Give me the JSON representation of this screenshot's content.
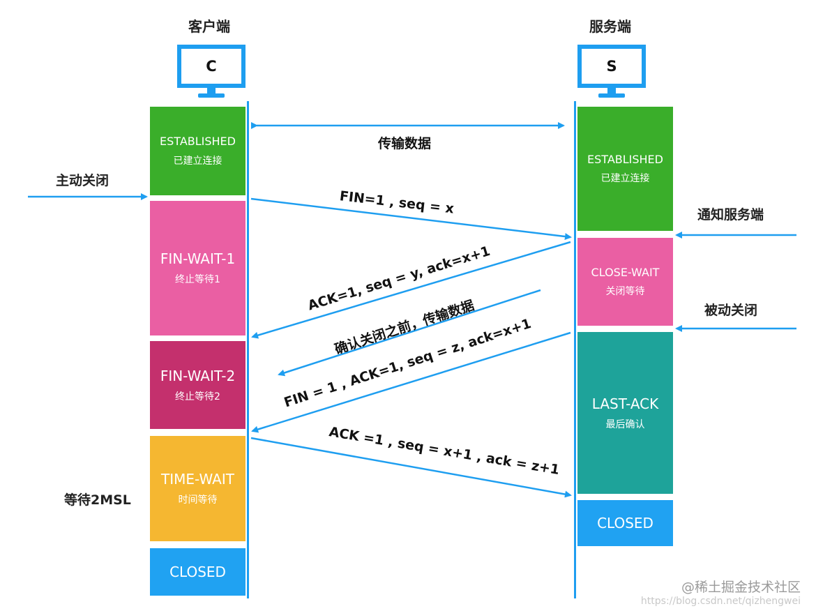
{
  "client": {
    "title": "客户端",
    "monitor_letter": "C"
  },
  "server": {
    "title": "服务端",
    "monitor_letter": "S"
  },
  "colors": {
    "line": "#1e9ef0",
    "established": "#3aae2a",
    "fin_wait_1": "#ea5fa3",
    "fin_wait_2": "#c4306d",
    "time_wait": "#f5b731",
    "closed": "#20a2f2",
    "close_wait": "#ea5fa3",
    "last_ack": "#1ea39a"
  },
  "client_states": [
    {
      "name": "ESTABLISHED",
      "sub": "已建立连接",
      "color": "#3aae2a"
    },
    {
      "name": "FIN-WAIT-1",
      "sub": "终止等待1",
      "color": "#ea5fa3"
    },
    {
      "name": "FIN-WAIT-2",
      "sub": "终止等待2",
      "color": "#c4306d"
    },
    {
      "name": "TIME-WAIT",
      "sub": "时间等待",
      "color": "#f5b731"
    },
    {
      "name": "CLOSED",
      "sub": "",
      "color": "#20a2f2"
    }
  ],
  "server_states": [
    {
      "name": "ESTABLISHED",
      "sub": "已建立连接",
      "color": "#3aae2a"
    },
    {
      "name": "CLOSE-WAIT",
      "sub": "关闭等待",
      "color": "#ea5fa3"
    },
    {
      "name": "LAST-ACK",
      "sub": "最后确认",
      "color": "#1ea39a"
    },
    {
      "name": "CLOSED",
      "sub": "",
      "color": "#20a2f2"
    }
  ],
  "side_labels": {
    "active_close": "主动关闭",
    "notify_server": "通知服务端",
    "passive_close": "被动关闭",
    "wait_2msl": "等待2MSL"
  },
  "messages": {
    "transfer": "传输数据",
    "fin1": "FIN=1 , seq = x",
    "ack1": "ACK=1, seq = y, ack=x+1",
    "before_close": "确认关闭之前，传输数据",
    "fin2": "FIN = 1 , ACK=1, seq = z, ack=x+1",
    "ack2": "ACK =1 , seq = x+1 , ack = z+1"
  },
  "watermark": {
    "line1": "@稀土掘金技术社区",
    "line2": "https://blog.csdn.net/qizhengwei"
  }
}
